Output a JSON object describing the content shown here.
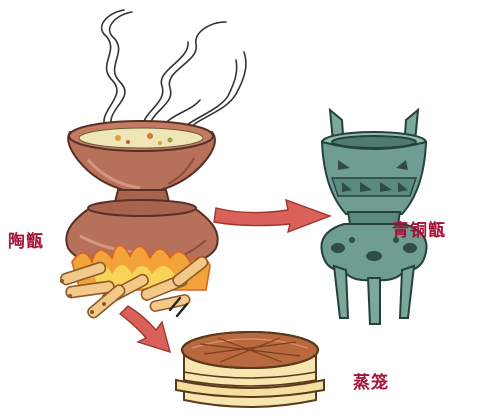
{
  "labels": {
    "clay_yan": "陶甑",
    "bronze_yan": "青铜甑",
    "steamer": "蒸笼"
  },
  "colors": {
    "label_text": "#a5153a",
    "clay": "#b7705a",
    "clay_dark": "#8c4e3c",
    "bronze": "#6f9d91",
    "bronze_dark": "#3c5f57",
    "arrow": "#d9615a",
    "flame": "#f2a43a",
    "steamer_wood": "#f7e6b0",
    "steamer_lid": "#b8693f"
  },
  "icons": [
    "steam-icon",
    "fire-icon",
    "arrow-right-icon",
    "arrow-down-icon"
  ]
}
